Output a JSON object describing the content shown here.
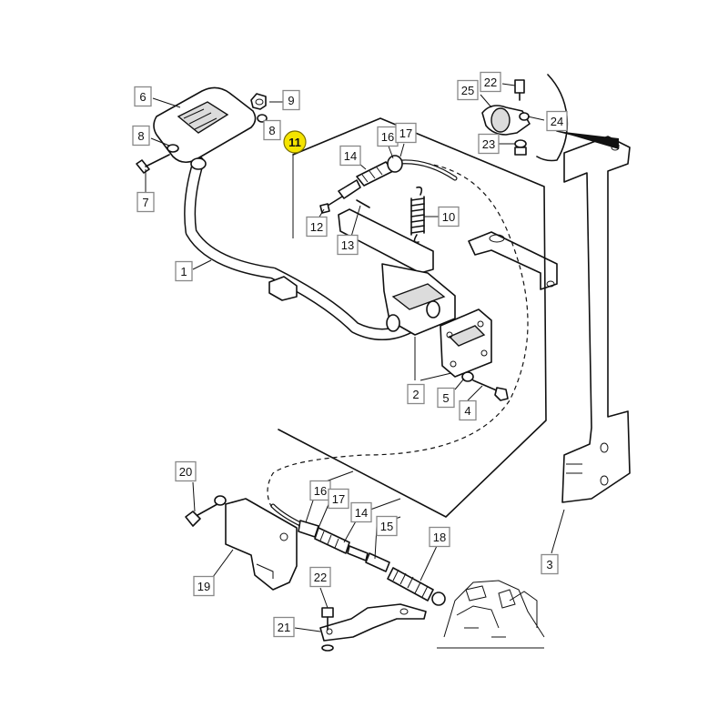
{
  "diagram": {
    "highlight": {
      "label": "11",
      "color": "#f5e400"
    },
    "callouts": [
      {
        "id": "c6",
        "label": "6"
      },
      {
        "id": "c9",
        "label": "9"
      },
      {
        "id": "c8a",
        "label": "8"
      },
      {
        "id": "c8b",
        "label": "8"
      },
      {
        "id": "c7",
        "label": "7"
      },
      {
        "id": "c1",
        "label": "1"
      },
      {
        "id": "c14a",
        "label": "14"
      },
      {
        "id": "c16a",
        "label": "16"
      },
      {
        "id": "c17a",
        "label": "17"
      },
      {
        "id": "c12",
        "label": "12"
      },
      {
        "id": "c13",
        "label": "13"
      },
      {
        "id": "c10",
        "label": "10"
      },
      {
        "id": "c2",
        "label": "2"
      },
      {
        "id": "c5",
        "label": "5"
      },
      {
        "id": "c4",
        "label": "4"
      },
      {
        "id": "c22a",
        "label": "22"
      },
      {
        "id": "c25",
        "label": "25"
      },
      {
        "id": "c24",
        "label": "24"
      },
      {
        "id": "c23",
        "label": "23"
      },
      {
        "id": "c3",
        "label": "3"
      },
      {
        "id": "c20",
        "label": "20"
      },
      {
        "id": "c16b",
        "label": "16"
      },
      {
        "id": "c17b",
        "label": "17"
      },
      {
        "id": "c14b",
        "label": "14"
      },
      {
        "id": "c15",
        "label": "15"
      },
      {
        "id": "c18",
        "label": "18"
      },
      {
        "id": "c19",
        "label": "19"
      },
      {
        "id": "c22b",
        "label": "22"
      },
      {
        "id": "c21",
        "label": "21"
      }
    ]
  }
}
